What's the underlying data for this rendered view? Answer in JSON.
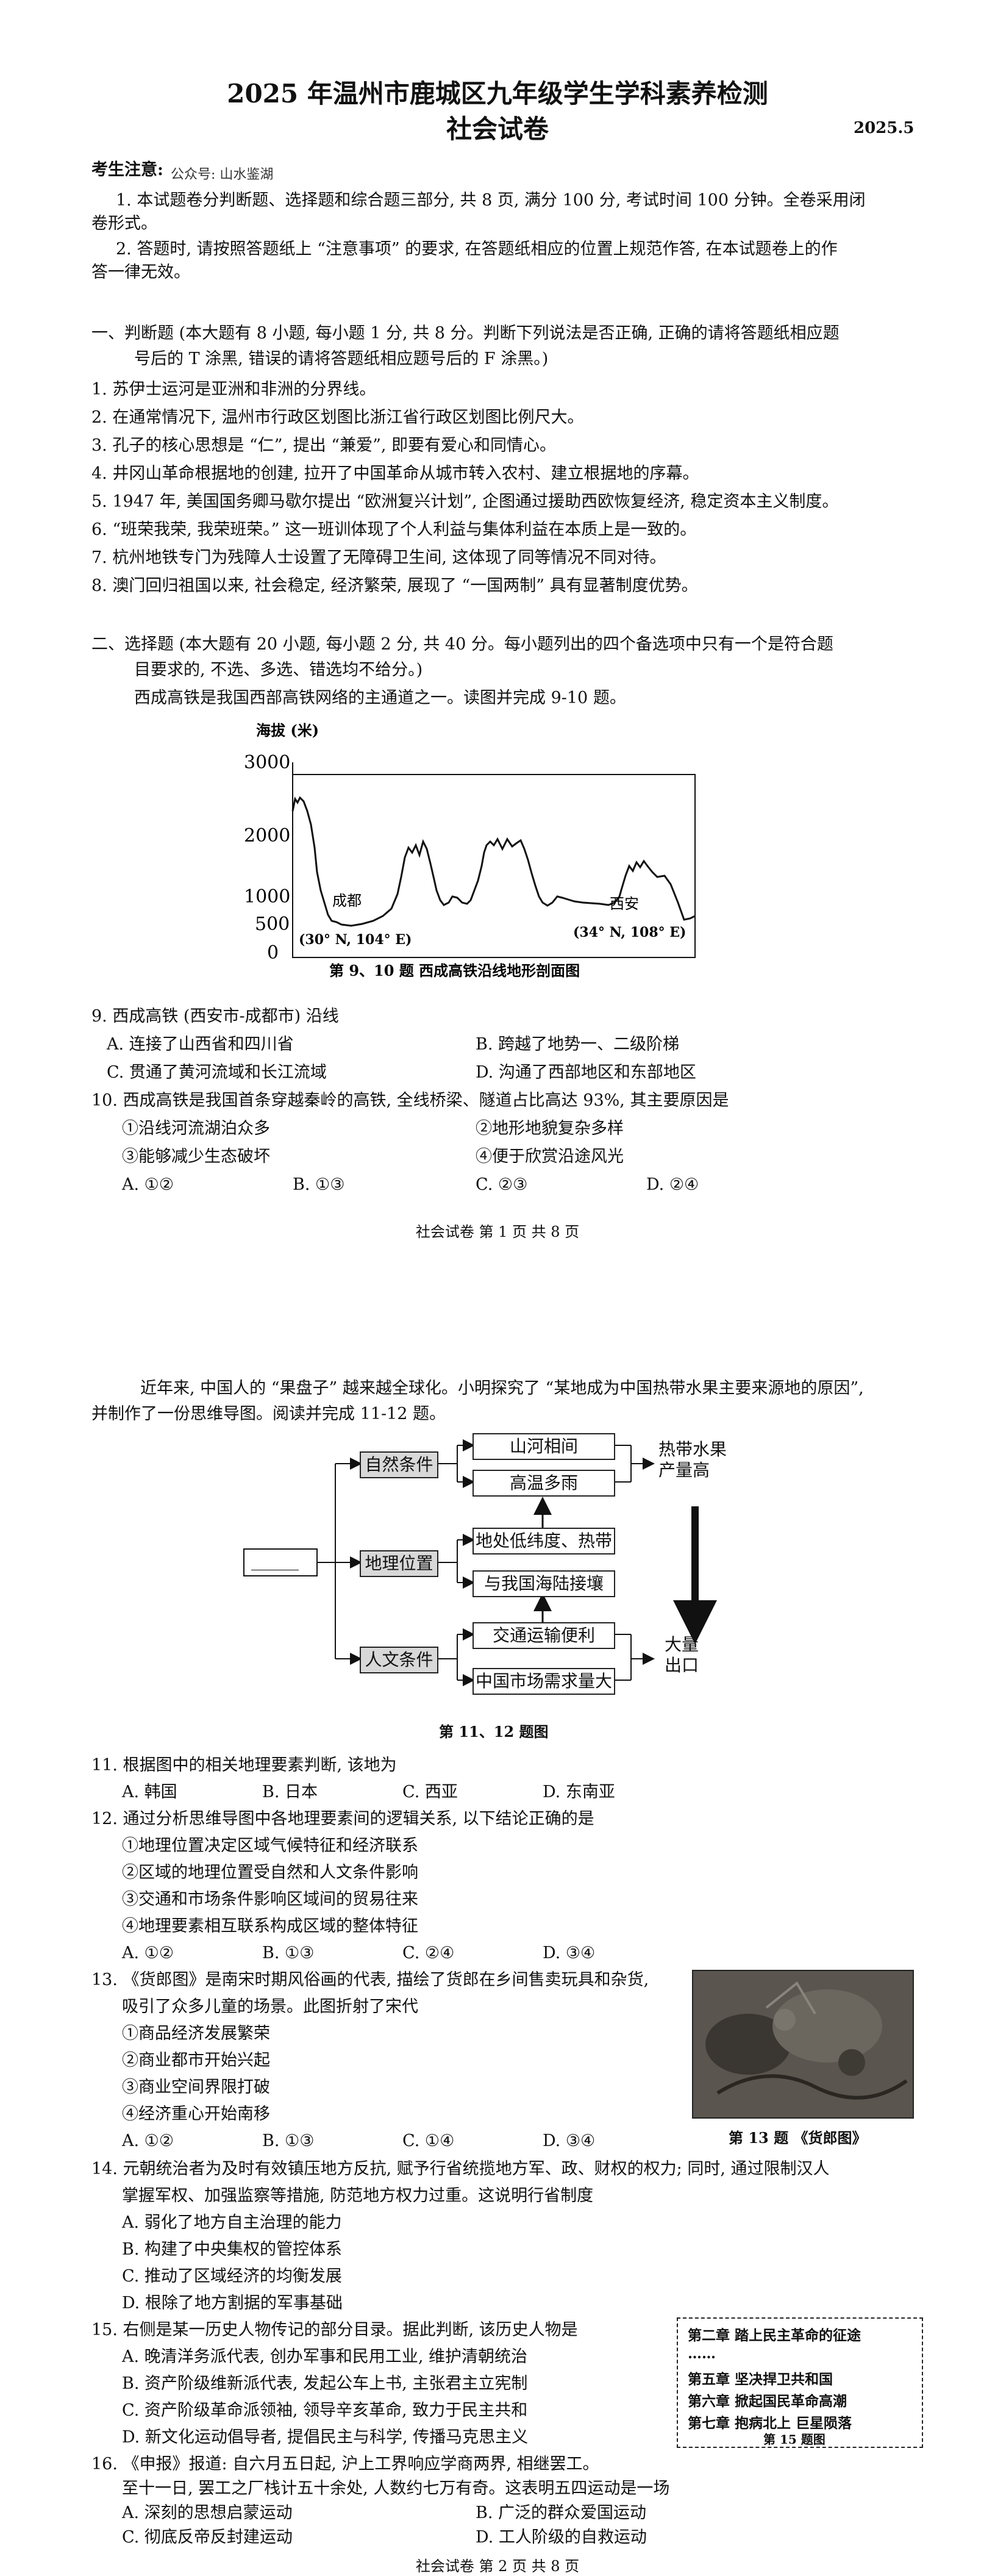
{
  "page1": {
    "title_line1": "2025 年温州市鹿城区九年级学生学科素养检测",
    "title_line2": "社会试卷",
    "date": "2025.5",
    "notice_label": "考生注意:",
    "notice_watermark": "公众号: 山水鉴湖",
    "notice1a": "1. 本试题卷分判断题、选择题和综合题三部分, 共 8 页, 满分 100 分, 考试时间 100 分钟。全卷采用闭",
    "notice1b": "卷形式。",
    "notice2a": "2. 答题时, 请按照答题纸上 “注意事项” 的要求, 在答题纸相应的位置上规范作答, 在本试题卷上的作",
    "notice2b": "答一律无效。",
    "sec1_a": "一、判断题 (本大题有 8 小题, 每小题 1 分, 共 8 分。判断下列说法是否正确, 正确的请将答题纸相应题",
    "sec1_b": "号后的 T 涂黑, 错误的请将答题纸相应题号后的 F 涂黑。)",
    "tf": [
      "1. 苏伊士运河是亚洲和非洲的分界线。",
      "2. 在通常情况下, 温州市行政区划图比浙江省行政区划图比例尺大。",
      "3. 孔子的核心思想是 “仁”, 提出 “兼爱”, 即要有爱心和同情心。",
      "4. 井冈山革命根据地的创建, 拉开了中国革命从城市转入农村、建立根据地的序幕。",
      "5. 1947 年, 美国国务卿马歇尔提出 “欧洲复兴计划”, 企图通过援助西欧恢复经济, 稳定资本主义制度。",
      "6. “班荣我荣, 我荣班荣。” 这一班训体现了个人利益与集体利益在本质上是一致的。",
      "7. 杭州地铁专门为残障人士设置了无障碍卫生间, 这体现了同等情况不同对待。",
      "8. 澳门回归祖国以来, 社会稳定, 经济繁荣, 展现了 “一国两制” 具有显著制度优势。"
    ],
    "sec2_a": "二、选择题 (本大题有 20 小题, 每小题 2 分, 共 40 分。每小题列出的四个备选项中只有一个是符合题",
    "sec2_b": "目要求的, 不选、多选、错选均不给分。)",
    "sec2_intro": "西成高铁是我国西部高铁网络的主通道之一。读图并完成 9-10 题。",
    "profile_ylabel": "海拔 (米)",
    "profile_ticks": [
      "3000",
      "2000",
      "1000",
      "500",
      "0"
    ],
    "profile_city1": "成都",
    "profile_city2": "西安",
    "profile_coord1": "(30° N, 104° E)",
    "profile_coord2": "(34° N, 108° E)",
    "profile_caption": "第 9、10 题  西成高铁沿线地形剖面图",
    "q9_stem": "9. 西成高铁 (西安市-成都市) 沿线",
    "q9_opts": [
      "A. 连接了山西省和四川省",
      "B. 跨越了地势一、二级阶梯",
      "C. 贯通了黄河流域和长江流域",
      "D. 沟通了西部地区和东部地区"
    ],
    "q10_stem": "10. 西成高铁是我国首条穿越秦岭的高铁, 全线桥梁、隧道占比高达 93%, 其主要原因是",
    "q10_items": [
      "①沿线河流湖泊众多",
      "②地形地貌复杂多样",
      "③能够减少生态破坏",
      "④便于欣赏沿途风光"
    ],
    "q10_opts": [
      "A. ①②",
      "B. ①③",
      "C. ②③",
      "D. ②④"
    ],
    "footer": "社会试卷   第 1 页  共 8 页"
  },
  "page2": {
    "intro_a": "近年来, 中国人的 “果盘子” 越来越全球化。小明探究了 “某地成为中国热带水果主要来源地的原因”,",
    "intro_b": "并制作了一份思维导图。阅读并完成 11-12 题。",
    "mm_blank": "______",
    "mm_cat1": "自然条件",
    "mm_cat2": "地理位置",
    "mm_cat3": "人文条件",
    "mm_box1": "山河相间",
    "mm_box2": "高温多雨",
    "mm_box3": "地处低纬度、热带",
    "mm_box4": "与我国海陆接壤",
    "mm_box5": "交通运输便利",
    "mm_box6": "中国市场需求量大",
    "mm_out1": "热带水果产量高",
    "mm_out2": "大量出口",
    "mm_caption": "第 11、12 题图",
    "q11_stem": "11. 根据图中的相关地理要素判断, 该地为",
    "q11_opts": [
      "A. 韩国",
      "B. 日本",
      "C. 西亚",
      "D. 东南亚"
    ],
    "q12_stem": "12. 通过分析思维导图中各地理要素间的逻辑关系, 以下结论正确的是",
    "q12_items": [
      "①地理位置决定区域气候特征和经济联系",
      "②区域的地理位置受自然和人文条件影响",
      "③交通和市场条件影响区域间的贸易往来",
      "④地理要素相互联系构成区域的整体特征"
    ],
    "q12_opts": [
      "A. ①②",
      "B. ①③",
      "C. ②④",
      "D. ③④"
    ],
    "q13_stem_a": "13. 《货郎图》是南宋时期风俗画的代表, 描绘了货郎在乡间售卖玩具和杂货,",
    "q13_stem_b": "吸引了众多儿童的场景。此图折射了宋代",
    "q13_items": [
      "①商品经济发展繁荣",
      "②商业都市开始兴起",
      "③商业空间界限打破",
      "④经济重心开始南移"
    ],
    "q13_opts": [
      "A. ①②",
      "B. ①③",
      "C. ①④",
      "D. ③④"
    ],
    "q13_caption": "第 13 题 《货郎图》",
    "q14_a": "14. 元朝统治者为及时有效镇压地方反抗, 赋予行省统揽地方军、政、财权的权力; 同时, 通过限制汉人",
    "q14_b": "掌握军权、加强监察等措施, 防范地方权力过重。这说明行省制度",
    "q14_opts": [
      "A. 弱化了地方自主治理的能力",
      "B. 构建了中央集权的管控体系",
      "C. 推动了区域经济的均衡发展",
      "D. 根除了地方割据的军事基础"
    ],
    "q15_stem": "15. 右侧是某一历史人物传记的部分目录。据此判断, 该历史人物是",
    "q15_opts": [
      "A. 晚清洋务派代表, 创办军事和民用工业, 维护清朝统治",
      "B. 资产阶级维新派代表, 发起公车上书, 主张君主立宪制",
      "C. 资产阶级革命派领袖, 领导辛亥革命, 致力于民主共和",
      "D. 新文化运动倡导者, 提倡民主与科学, 传播马克思主义"
    ],
    "toc": [
      "第二章  踏上民主革命的征途",
      "……",
      "第五章  坚决捍卫共和国",
      "第六章  掀起国民革命高潮",
      "第七章  抱病北上  巨星陨落"
    ],
    "toc_caption": "第 15 题图",
    "q16_a": "16. 《申报》报道: 自六月五日起, 沪上工界响应学商两界, 相继罢工。",
    "q16_b": "至十一日, 罢工之厂栈计五十余处, 人数约七万有奇。这表明五四运动是一场",
    "q16_opts": [
      "A. 深刻的思想启蒙运动",
      "B. 广泛的群众爱国运动",
      "C. 彻底反帝反封建运动",
      "D. 工人阶级的自救运动"
    ],
    "footer": "社会试卷   第 2 页  共 8 页"
  }
}
